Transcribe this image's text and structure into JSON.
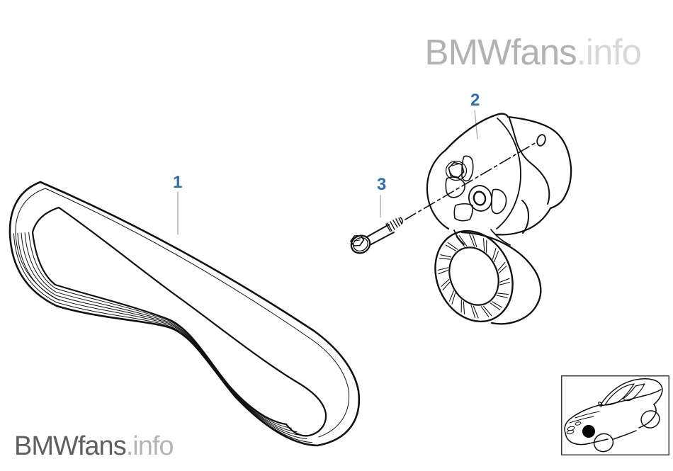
{
  "title": "BMWfans.info belt drive parts diagram",
  "watermark_top": {
    "brand": "BMWfans",
    "suffix": ".info"
  },
  "watermark_bottom": {
    "brand": "BMWfans",
    "suffix": ".info"
  },
  "labels": {
    "part1": "1",
    "part2": "2",
    "part3": "3"
  },
  "parts": [
    {
      "number": "1"
    },
    {
      "number": "2"
    },
    {
      "number": "3"
    }
  ],
  "colors": {
    "label_blue": "#2d6db5",
    "line_black": "#111111",
    "leader_gray": "#a8a8a8",
    "wm_top_brand": "#b2b2b2",
    "wm_top_suffix": "#d8d8d8",
    "wm_bottom_brand": "#5f5f5f",
    "wm_bottom_suffix": "#b5b5b5",
    "location_dot": "#000000"
  }
}
